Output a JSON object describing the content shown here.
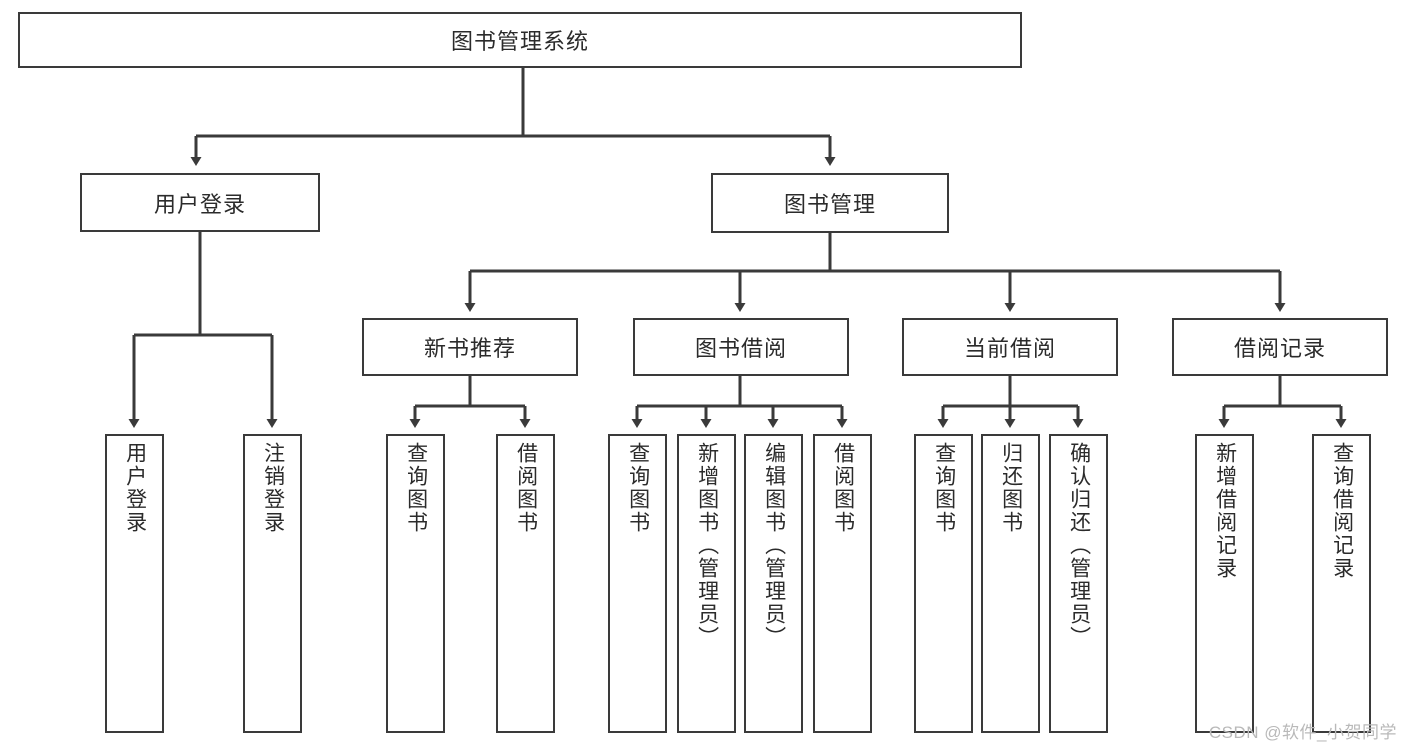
{
  "diagram": {
    "title": "图书管理系统",
    "type": "hierarchy-tree",
    "watermark": "CSDN @软件_小贺同学",
    "colors": {
      "box_border": "#3a3a3a",
      "box_fill": "#ffffff",
      "edge": "#3a3a3a",
      "text": "#2b2b2b",
      "watermark": "#b9b9b9"
    },
    "nodes": {
      "root": {
        "label": "图书管理系统",
        "level": 1,
        "orientation": "horizontal"
      },
      "l2": [
        {
          "id": "user-login",
          "label": "用户登录",
          "orientation": "horizontal"
        },
        {
          "id": "book-manage",
          "label": "图书管理",
          "orientation": "horizontal"
        }
      ],
      "l3": [
        {
          "id": "new-book-recommend",
          "label": "新书推荐",
          "orientation": "horizontal"
        },
        {
          "id": "book-borrow",
          "label": "图书借阅",
          "orientation": "horizontal"
        },
        {
          "id": "current-borrow",
          "label": "当前借阅",
          "orientation": "horizontal"
        },
        {
          "id": "borrow-record",
          "label": "借阅记录",
          "orientation": "horizontal"
        }
      ],
      "leaves": {
        "user_login": [
          {
            "id": "leaf-user-login",
            "label": "用户登录"
          },
          {
            "id": "leaf-logout-login",
            "label": "注销登录"
          }
        ],
        "new_book_recommend": [
          {
            "id": "leaf-query-book-1",
            "label": "查询图书"
          },
          {
            "id": "leaf-borrow-book-1",
            "label": "借阅图书"
          }
        ],
        "book_borrow": [
          {
            "id": "leaf-query-book-2",
            "label": "查询图书"
          },
          {
            "id": "leaf-add-book-admin",
            "label": "新增图书（管理员）"
          },
          {
            "id": "leaf-edit-book-admin",
            "label": "编辑图书（管理员）"
          },
          {
            "id": "leaf-borrow-book-2",
            "label": "借阅图书"
          }
        ],
        "current_borrow": [
          {
            "id": "leaf-query-book-3",
            "label": "查询图书"
          },
          {
            "id": "leaf-return-book",
            "label": "归还图书"
          },
          {
            "id": "leaf-confirm-return-admin",
            "label": "确认归还（管理员）"
          }
        ],
        "borrow_record": [
          {
            "id": "leaf-add-borrow-record",
            "label": "新增借阅记录"
          },
          {
            "id": "leaf-query-borrow-record",
            "label": "查询借阅记录"
          }
        ]
      }
    }
  }
}
